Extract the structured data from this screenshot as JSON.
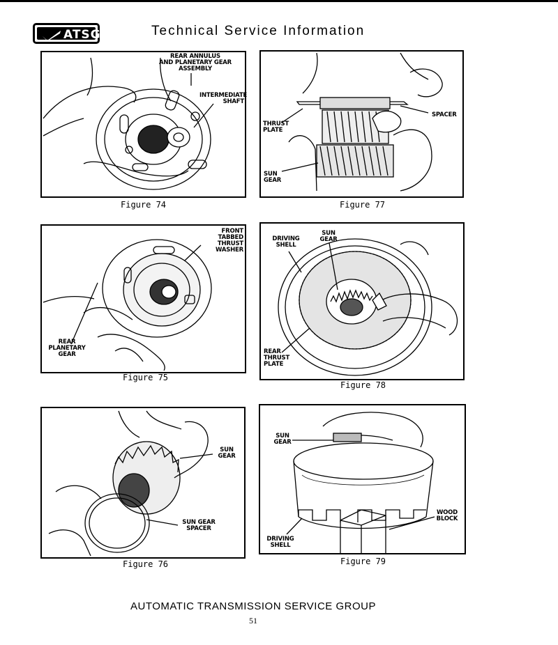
{
  "header": {
    "logo_text": "ATSG",
    "title": "Technical Service Information"
  },
  "figures": {
    "fig74": {
      "caption": "Figure 74",
      "labels": {
        "rear_annulus": "REAR ANNULUS\nAND PLANETARY GEAR\nASSEMBLY",
        "intermediate_shaft": "INTERMEDIATE\nSHAFT"
      }
    },
    "fig75": {
      "caption": "Figure 75",
      "labels": {
        "front_tabbed": "FRONT\nTABBED\nTHRUST\nWASHER",
        "rear_planetary": "REAR\nPLANETARY\nGEAR"
      }
    },
    "fig76": {
      "caption": "Figure 76",
      "labels": {
        "sun_gear": "SUN\nGEAR",
        "sun_gear_spacer": "SUN GEAR\nSPACER"
      }
    },
    "fig77": {
      "caption": "Figure 77",
      "labels": {
        "thrust_plate": "THRUST\nPLATE",
        "spacer": "SPACER",
        "sun_gear": "SUN\nGEAR"
      }
    },
    "fig78": {
      "caption": "Figure 78",
      "labels": {
        "driving_shell": "DRIVING\nSHELL",
        "sun_gear": "SUN\nGEAR",
        "rear_thrust_plate": "REAR\nTHRUST\nPLATE"
      }
    },
    "fig79": {
      "caption": "Figure 79",
      "labels": {
        "sun_gear": "SUN\nGEAR",
        "wood_block": "WOOD\nBLOCK",
        "driving_shell": "DRIVING\nSHELL"
      }
    }
  },
  "footer": {
    "org": "AUTOMATIC TRANSMISSION SERVICE GROUP",
    "page_number": "51"
  }
}
